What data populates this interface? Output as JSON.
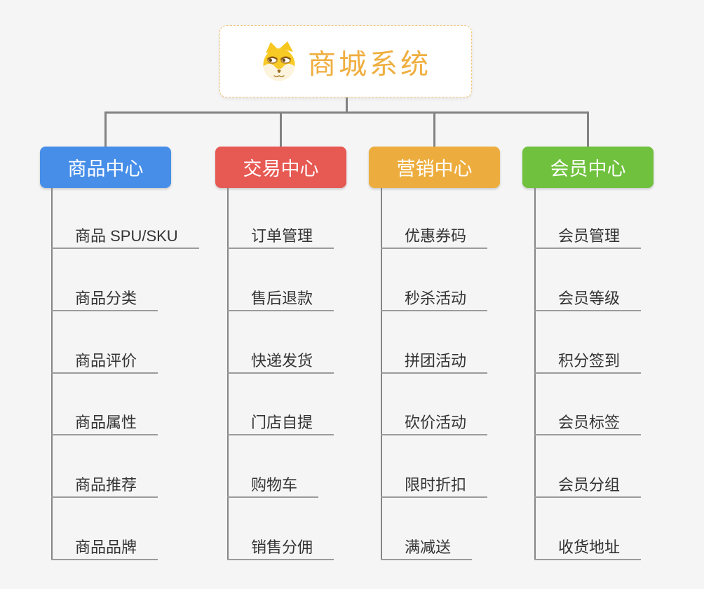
{
  "app": {
    "background": "#f5f5f5",
    "connector_color": "#828282",
    "underline_color": "#9b9b9b",
    "leaf_text_color": "#333333"
  },
  "root": {
    "title": "商城系统",
    "title_color": "#efae3f",
    "border_color": "#f3c478",
    "icon": "doge-icon"
  },
  "branches": [
    {
      "label": "商品中心",
      "color": "#468ee8",
      "children": [
        "商品 SPU/SKU",
        "商品分类",
        "商品评价",
        "商品属性",
        "商品推荐",
        "商品品牌"
      ]
    },
    {
      "label": "交易中心",
      "color": "#e75953",
      "children": [
        "订单管理",
        "售后退款",
        "快递发货",
        "门店自提",
        "购物车",
        "销售分佣"
      ]
    },
    {
      "label": "营销中心",
      "color": "#edad3e",
      "children": [
        "优惠券码",
        "秒杀活动",
        "拼团活动",
        "砍价活动",
        "限时折扣",
        "满减送"
      ]
    },
    {
      "label": "会员中心",
      "color": "#70c13d",
      "children": [
        "会员管理",
        "会员等级",
        "积分签到",
        "会员标签",
        "会员分组",
        "收货地址"
      ]
    }
  ]
}
